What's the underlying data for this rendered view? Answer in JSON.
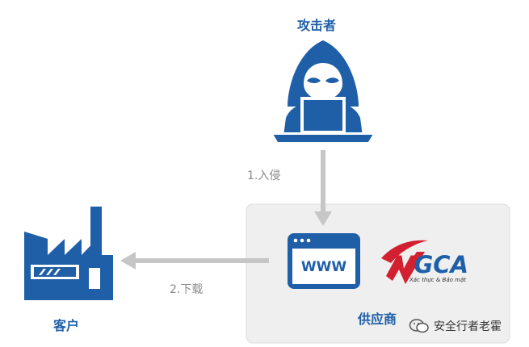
{
  "diagram": {
    "attacker_label": "攻击者",
    "step1_label": "1.入侵",
    "step2_label": "2.下载",
    "customer_label": "客户",
    "supplier_label": "供应商",
    "www_text": "WWW",
    "logo_text": "VGCA",
    "logo_tagline": "Xác thực & Bảo mật",
    "watermark_text": "安全行者老霍"
  },
  "colors": {
    "primary_blue": "#1f5fa8",
    "arrow_gray": "#c6c6c6",
    "panel_fill": "#efefef",
    "logo_red": "#d32030"
  }
}
